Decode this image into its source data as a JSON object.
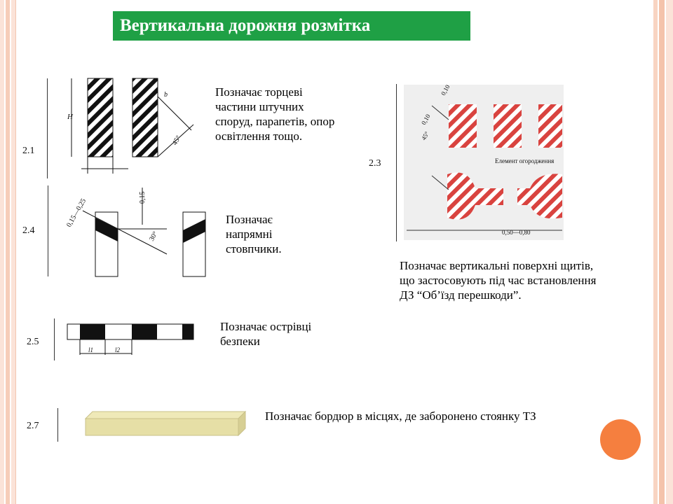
{
  "title": "Вертикальна дорожня розмітка",
  "items": [
    {
      "code": "2.1",
      "description": "Позначає торцеві частини штучних споруд, парапетів, опор освітлення тощо."
    },
    {
      "code": "2.4",
      "description": "Позначає напрямні стовпчики."
    },
    {
      "code": "2.5",
      "description": "Позначає острівці безпеки"
    },
    {
      "code": "2.7",
      "description": "Позначає бордюр в місцях, де заборонено стоянку ТЗ"
    },
    {
      "code": "2.3",
      "description": "Позначає вертикальні поверхні щитів, що застосовують під час встановлення ДЗ “Об’їзд перешкоди”."
    }
  ],
  "figure_labels": {
    "d21_height": "Н",
    "d21_b": "b",
    "d21_angle": "45°",
    "d23_dim1": "0,10",
    "d23_dim2": "0,10",
    "d23_angle": "45°",
    "d23_element": "Елемент огородження",
    "d23_range": "0,50—0,80",
    "d24_range": "0,15—0,25",
    "d24_top": "0,15",
    "d24_angle": "30°",
    "d25_l1": "l1",
    "d25_l2": "l2"
  },
  "colors": {
    "title_bg": "#1fa045",
    "accent_dot": "#f57f3f",
    "stripe_red": "#d9433f",
    "stripe_black": "#111111"
  }
}
